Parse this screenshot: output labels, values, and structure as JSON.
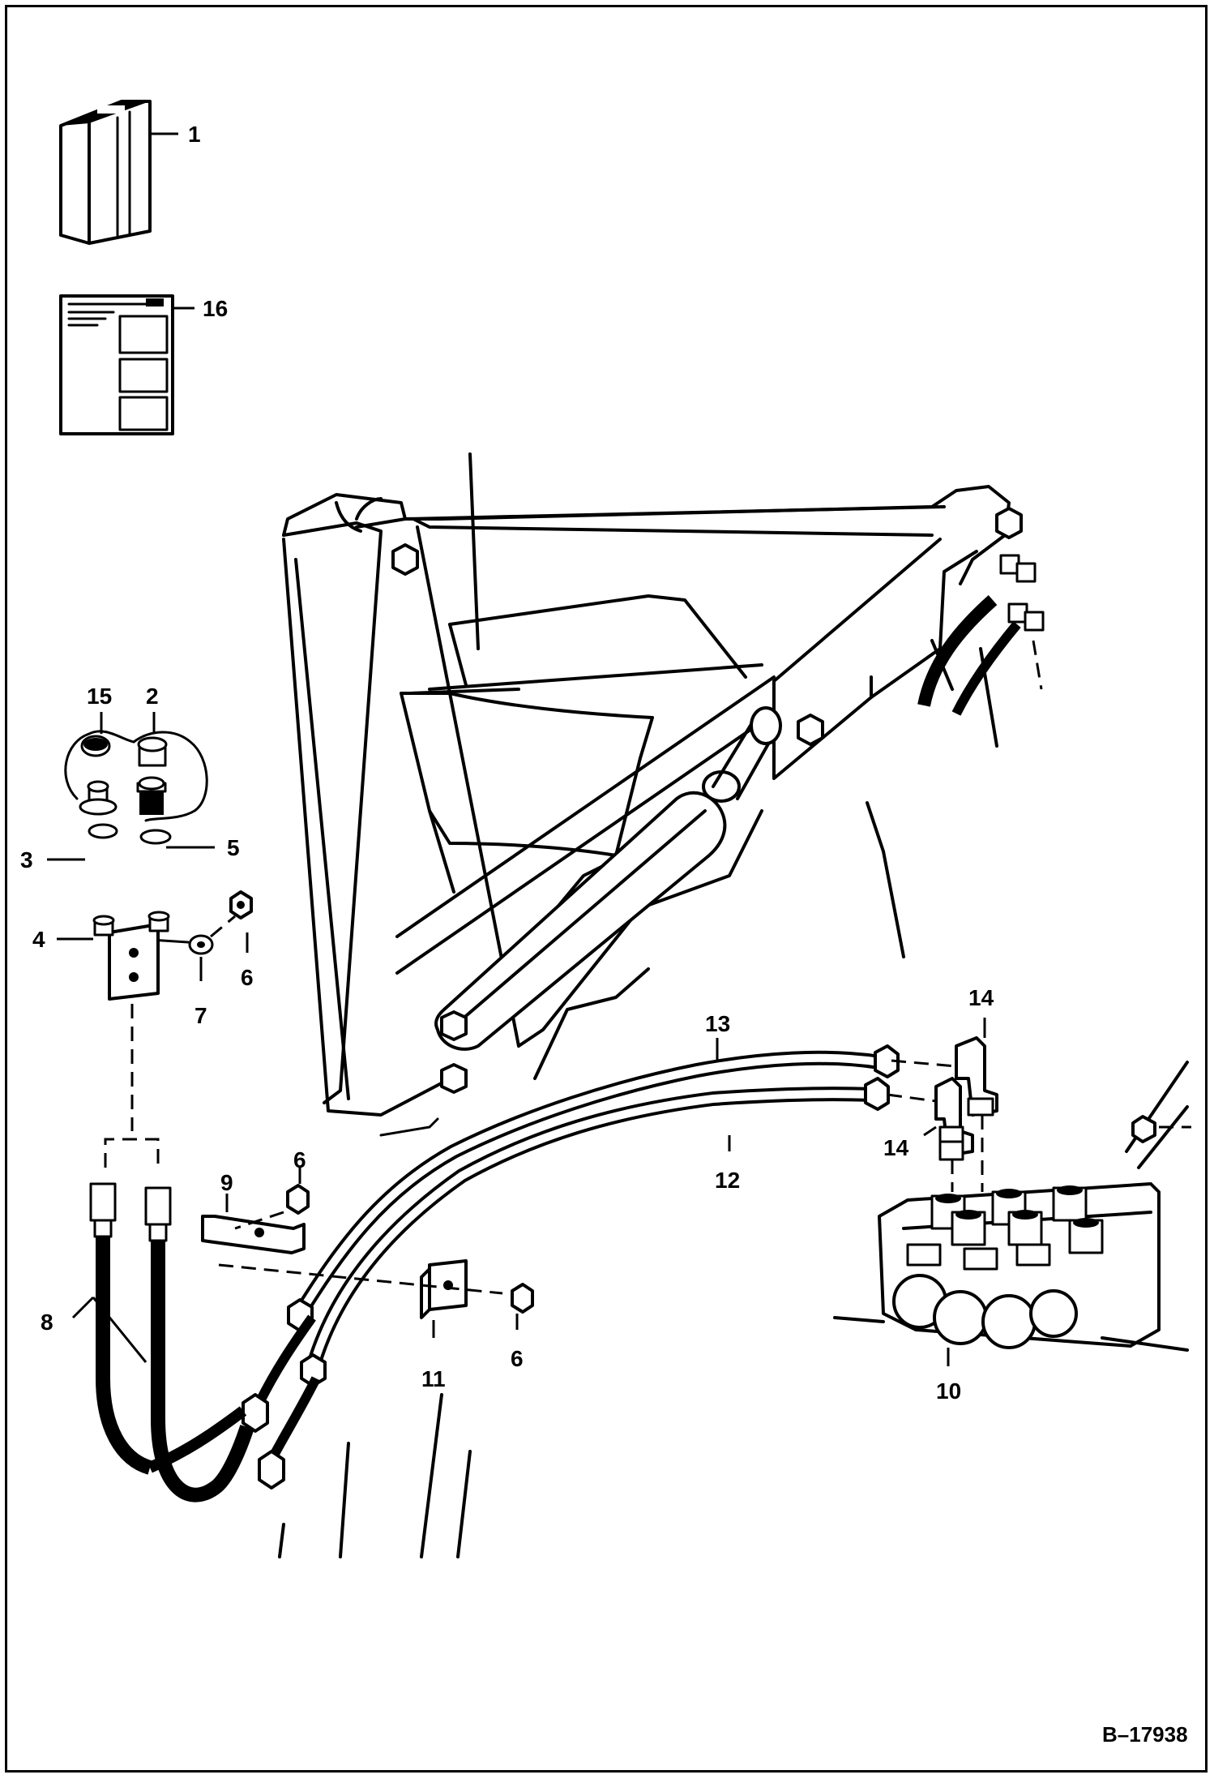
{
  "diagram": {
    "reference_code": "B–17938",
    "callouts": [
      {
        "id": "c1",
        "label": "1"
      },
      {
        "id": "c16",
        "label": "16"
      },
      {
        "id": "c15",
        "label": "15"
      },
      {
        "id": "c2",
        "label": "2"
      },
      {
        "id": "c3",
        "label": "3"
      },
      {
        "id": "c5",
        "label": "5"
      },
      {
        "id": "c4",
        "label": "4"
      },
      {
        "id": "c6a",
        "label": "6"
      },
      {
        "id": "c7",
        "label": "7"
      },
      {
        "id": "c6b",
        "label": "6"
      },
      {
        "id": "c9",
        "label": "9"
      },
      {
        "id": "c8",
        "label": "8"
      },
      {
        "id": "c11",
        "label": "11"
      },
      {
        "id": "c6c",
        "label": "6"
      },
      {
        "id": "c13",
        "label": "13"
      },
      {
        "id": "c12",
        "label": "12"
      },
      {
        "id": "c14a",
        "label": "14"
      },
      {
        "id": "c14b",
        "label": "14"
      },
      {
        "id": "c10",
        "label": "10"
      }
    ]
  }
}
